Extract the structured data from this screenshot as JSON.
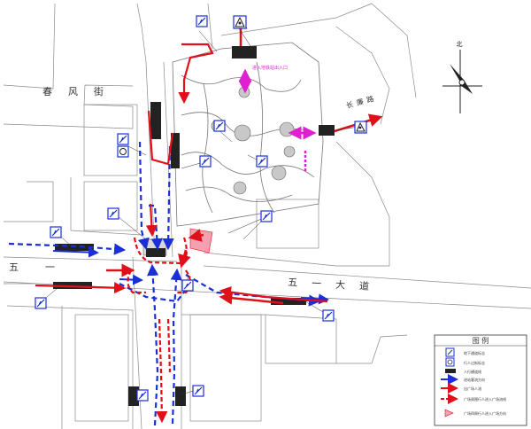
{
  "roads": {
    "chunfeng_road": "春风街",
    "changlian_road": "长廉路",
    "wuyi_avenue": "五一大道",
    "wuyi_west": "五一"
  },
  "compass": {
    "north_label": "北"
  },
  "legend": {
    "title": "图 例",
    "items": [
      {
        "label": "地下通道标志"
      },
      {
        "label": "行人过街标志"
      },
      {
        "label": "人行横道线"
      },
      {
        "label": "进站客流方向"
      },
      {
        "label": "出广场人流"
      },
      {
        "label": "广场周围行人进入广场流线"
      },
      {
        "label": "广场四周行人进入广场方向"
      }
    ]
  },
  "annotations": {
    "plaza_entry_note": "进入地铁站出入口"
  },
  "colors": {
    "blue_flow": "#1a2fd6",
    "red_flow": "#e0101a",
    "magenta": "#e020d0",
    "building_line": "#8a8a8a"
  }
}
